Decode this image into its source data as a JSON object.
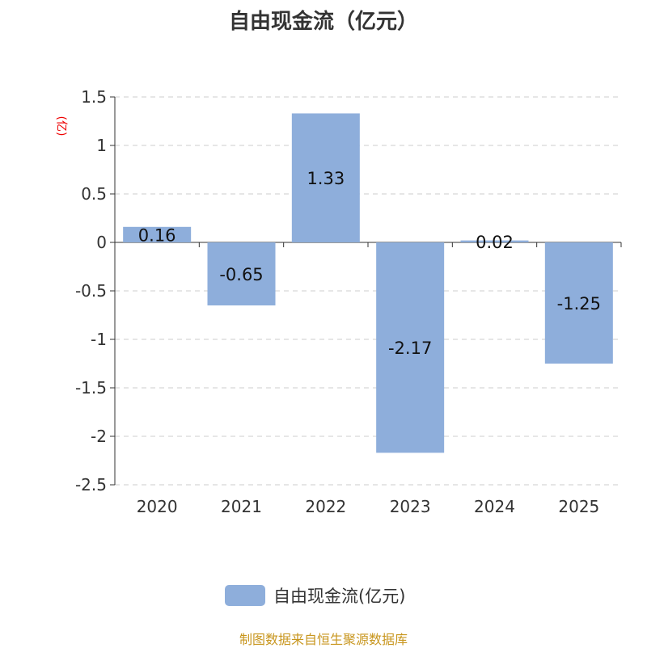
{
  "chart_data": {
    "type": "bar",
    "title": "自由现金流（亿元）",
    "ylabel": "(亿)",
    "xlabel": "",
    "categories": [
      "2020",
      "2021",
      "2022",
      "2023",
      "2024",
      "2025"
    ],
    "series": [
      {
        "name": "自由现金流(亿元)",
        "values": [
          0.16,
          -0.65,
          1.33,
          -2.17,
          0.02,
          -1.25
        ],
        "color": "#8eaedb"
      }
    ],
    "yticks": [
      1.5,
      1,
      0.5,
      0,
      -0.5,
      -1,
      -1.5,
      -2,
      -2.5
    ],
    "ylim": [
      -2.5,
      1.5
    ],
    "grid": true,
    "legend": "bottom"
  },
  "footer": "制图数据来自恒生聚源数据库"
}
